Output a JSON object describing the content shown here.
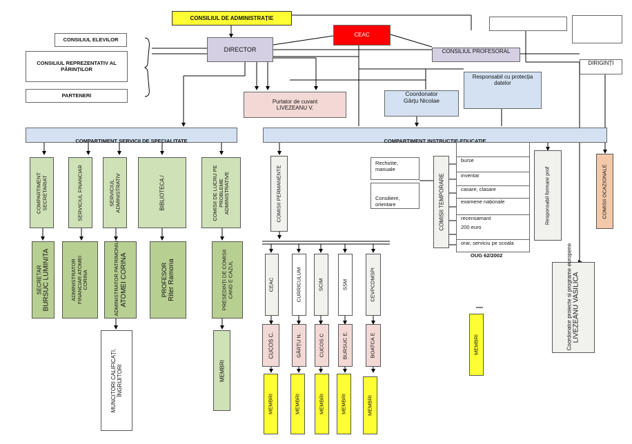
{
  "top": {
    "consiliul_administratie": "CONSILIUL DE ADMINISTRAȚIE",
    "ceac": "CEAC",
    "director": "DIRECTOR",
    "consiliul_profesoral": "CONSILIUL PROFESORAL",
    "diriginti": "DIRIGINȚI",
    "responsabil_date": "Responsabil cu protecția datelor",
    "purtator_cuvant": "Purtator de cuvant LIVEZEANU V.",
    "coordonator": "Coordonator Gârțu Nicolae"
  },
  "left_boxes": {
    "consiliul_elevilor": "CONSILIUL ELEVILOR",
    "consiliul_parintilor": "CONSILIUL REPREZENTATIV AL PĂRINȚILOR",
    "parteneri": "PARTENERI"
  },
  "servicii": {
    "header": "COMPARTIMENT SERVICII DE SPECIALITATE",
    "units": [
      "COMPARTIMENT SECRETARIAT",
      "SERVICIUL FINANCIAR",
      "SERVICIUL ADMINISTRATIV",
      "BIBLIOTECA /",
      "COMISII DE LUCRU PE PROBLEME ADMINISTRATIVE"
    ],
    "people": {
      "secretar_role": "SECRETAR",
      "secretar_name": "BURSUC LUMINITA",
      "financiar": "ADMINISTRATOR FINANCIAR ATOMEI CORINA",
      "patrimoniu_role": "ADMINISTRATOR PATRIMONIU",
      "patrimoniu_name": "ATOMEI CORINA",
      "profesor_role": "PROFESOR",
      "profesor_name": "Riter Ramona",
      "presedinti": "PRESEDINȚI DE COMISII CAND E CAZUL"
    },
    "muncitori": "MUNCITORI CALIFICAȚI, ÎNGRIJITORI",
    "membri": "MEMBRI"
  },
  "instructie": {
    "header": "COMPARTIMENT INSTRUCTIE-EDUCATIE",
    "permanente": "COMISII PERMANENTE",
    "temporare": "COMISII TEMPORARE",
    "rechizite": "Rechizite, manuale",
    "consiliere": "Consiliere, orientare",
    "temp_list": [
      "burse",
      "inventar",
      "casare, clasare",
      "examene naționale",
      "recensamant",
      "200 euro",
      "orar, serviciu pe scoala"
    ],
    "oug": "OUG 62/2002",
    "formare": "Responsabil formare prof",
    "ocazionale": "COMISII OCAZIONALE",
    "comisii": [
      "CEAC",
      "CURRICULUM",
      "SCIM",
      "SSM",
      "CEVPCDMSPI"
    ],
    "coordonatori": [
      "CUCOS C.",
      "GÂRȚU N.",
      "CUCOS C",
      "BURSUC E.",
      "BOATCA E"
    ],
    "membri": "MEMBRI",
    "proiecte_role": "Coordonator proiecte si programe europene",
    "proiecte_name": "LIVEZEANU VASILICA"
  }
}
